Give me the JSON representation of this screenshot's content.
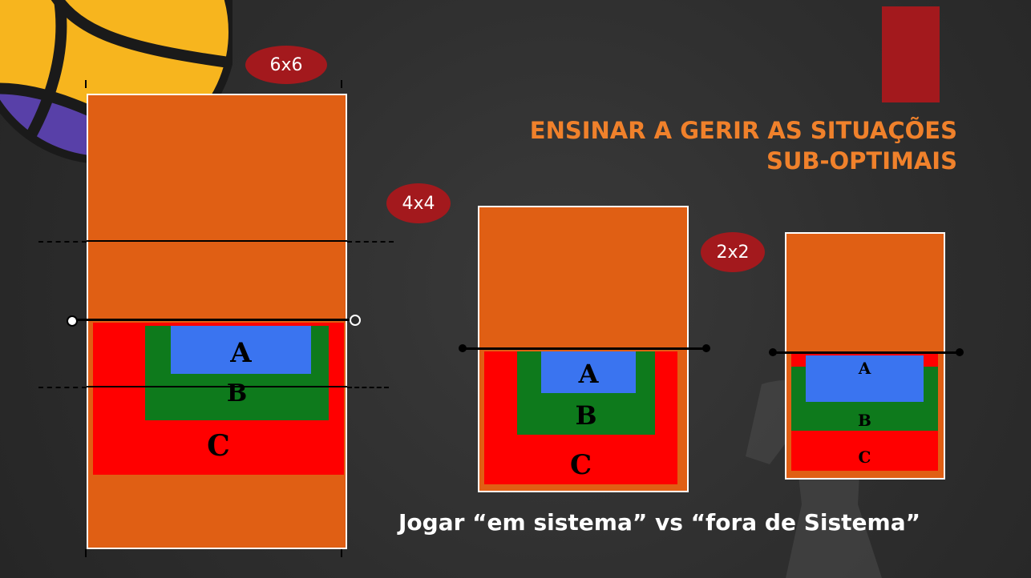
{
  "title_line1": "ENSINAR A GERIR AS SITUAÇÕES",
  "title_line2": "SUB-OPTIMAIS",
  "caption": "Jogar “em sistema” vs “fora de Sistema”",
  "badges": {
    "six": "6x6",
    "four": "4x4",
    "two": "2x2"
  },
  "zones": {
    "a": "A",
    "b": "B",
    "c": "C"
  },
  "colors": {
    "court": "#e05f14",
    "zone_a": "#3a74f0",
    "zone_b": "#0e7a1c",
    "zone_c": "#ff0000",
    "badge": "#a3191d",
    "title": "#f0812b",
    "accent_bar": "#a3191d"
  },
  "icons": {
    "ball": "volleyball-icon",
    "player": "player-silhouette-icon"
  }
}
